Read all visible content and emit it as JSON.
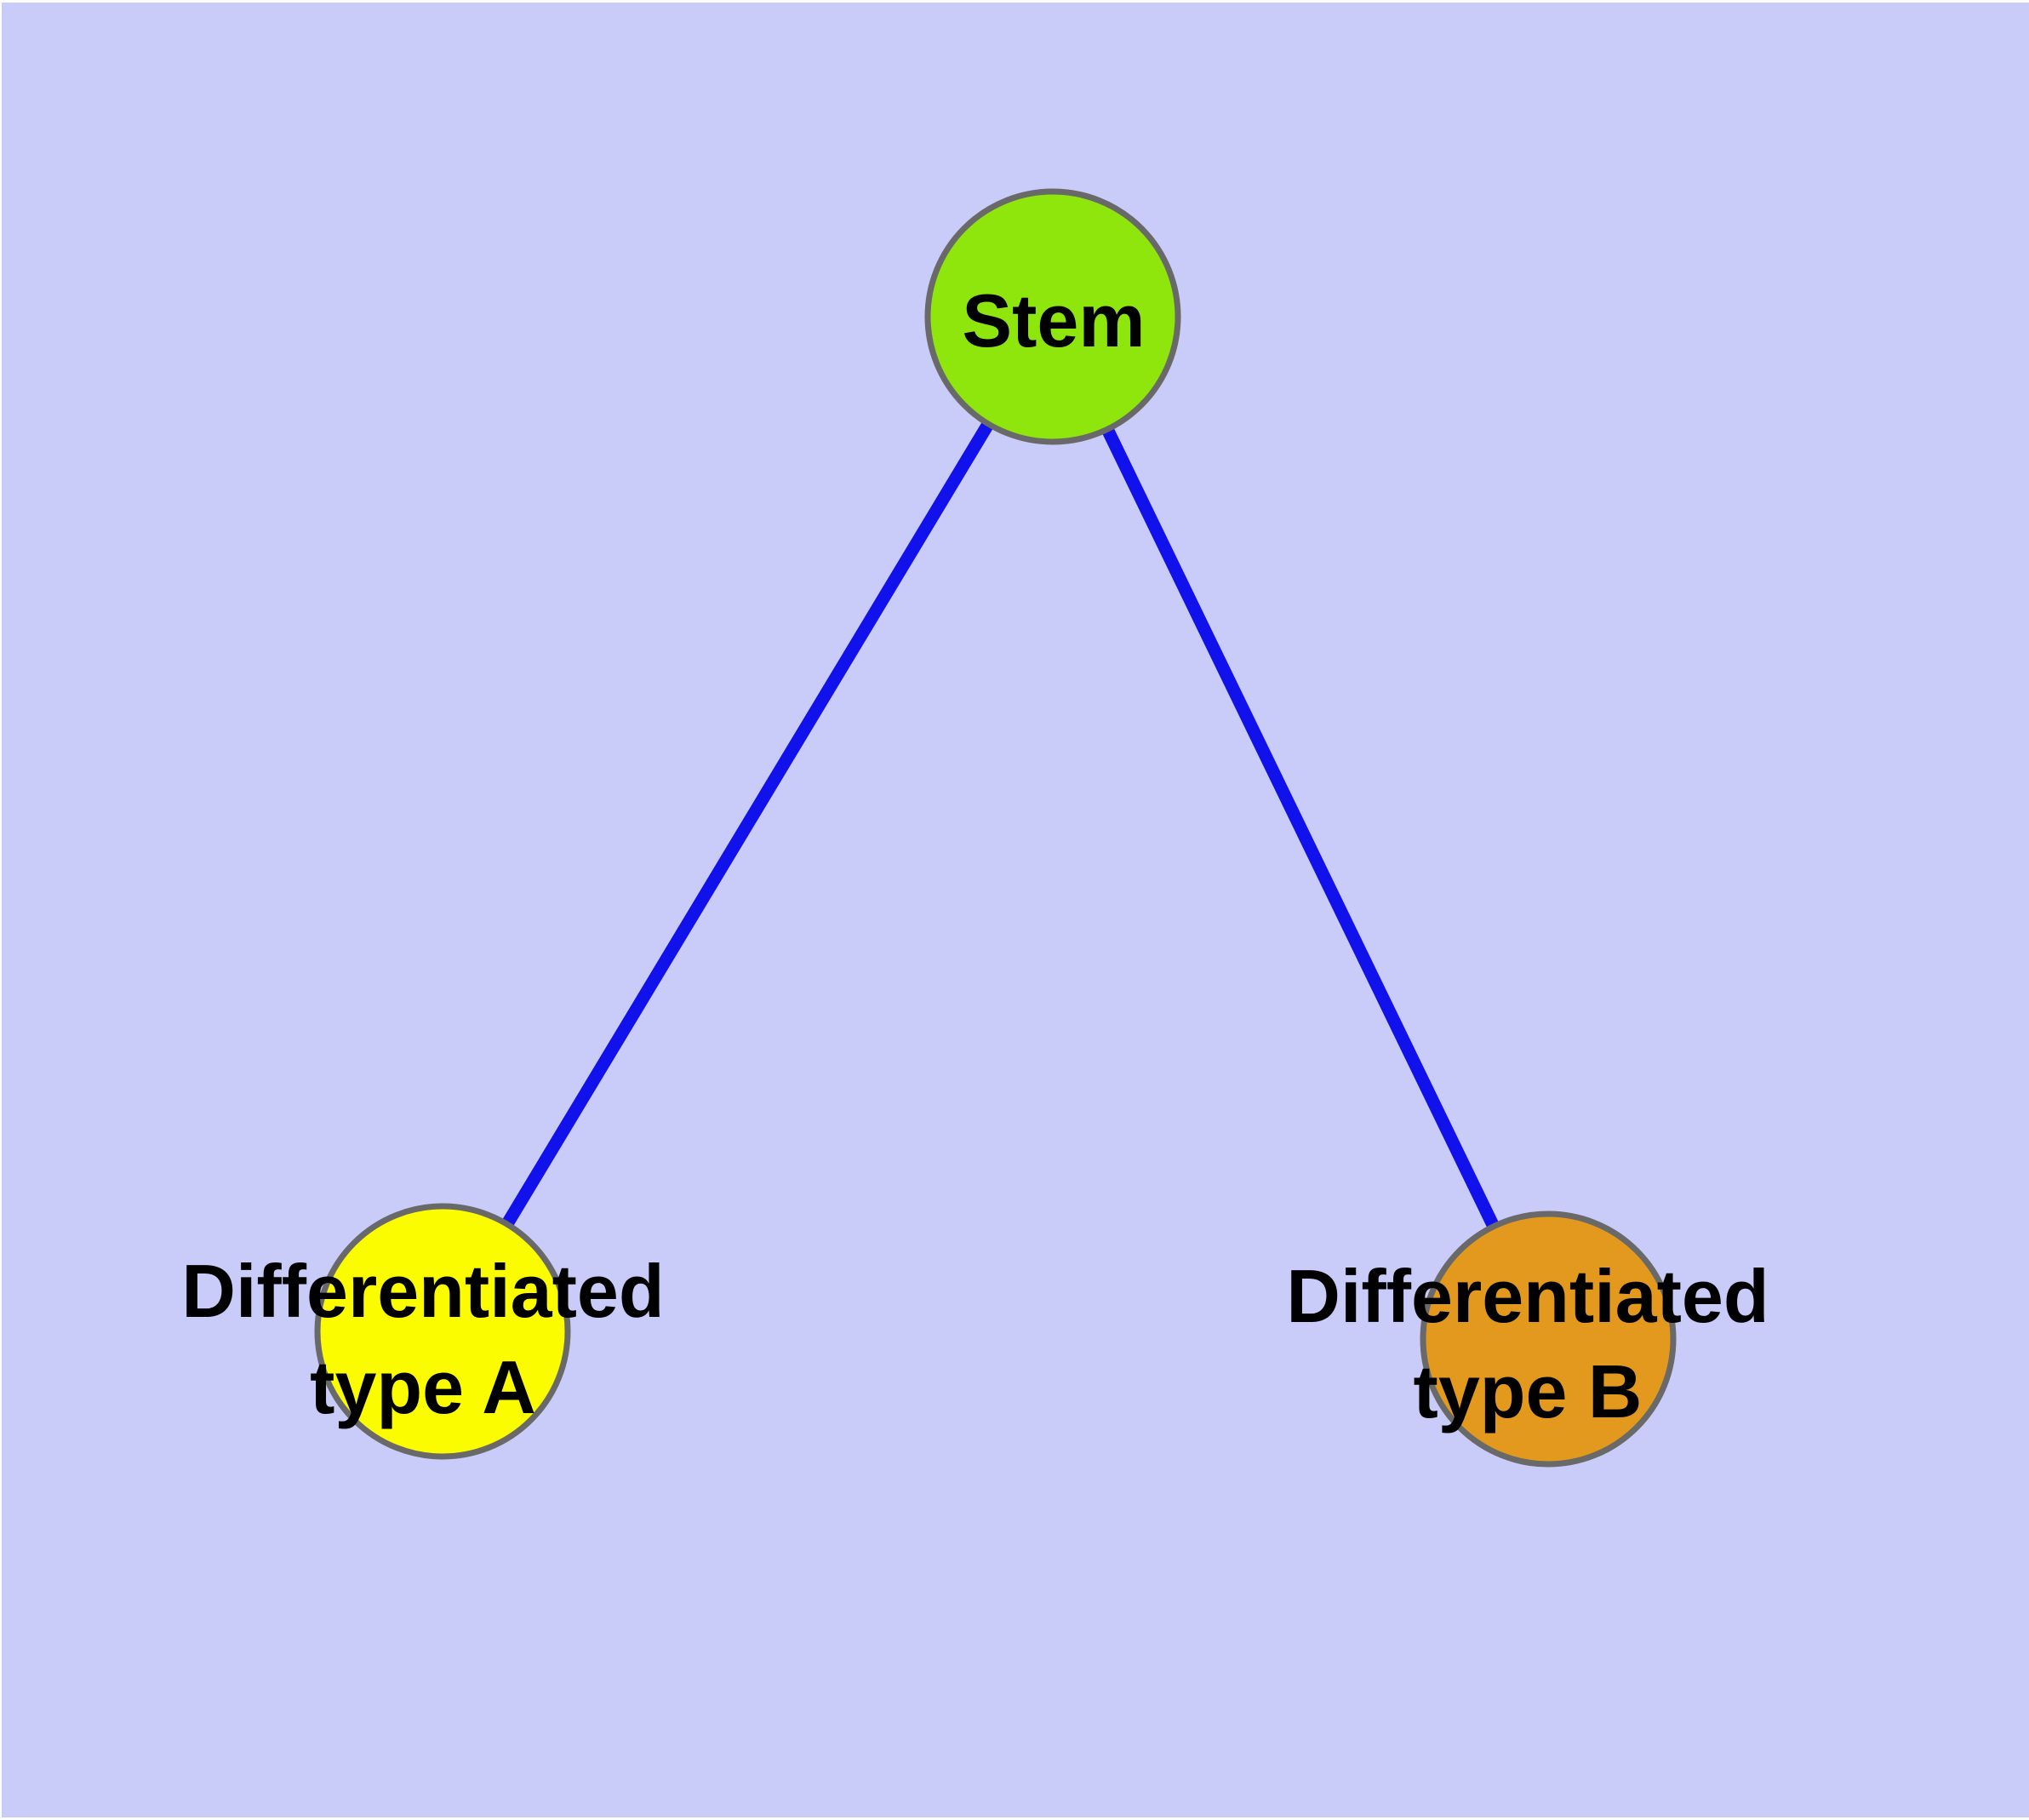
{
  "diagram": {
    "type": "node-link-graph",
    "description": "Stem cell differentiation diagram: one stem node branching to two differentiated cell type nodes",
    "canvas": {
      "background_color": "#C9CBF9",
      "margin_color": "#FFFFFF"
    },
    "style": {
      "edge_color": "#1111EB",
      "node_border_color": "#696969",
      "label_color": "#000000"
    },
    "nodes": [
      {
        "id": "stem",
        "label_lines": [
          "Stem"
        ],
        "color": "#8FE60D"
      },
      {
        "id": "differentiated-type-a",
        "label_lines": [
          "Differentiated",
          "type A"
        ],
        "color": "#FCFC00"
      },
      {
        "id": "differentiated-type-b",
        "label_lines": [
          "Differentiated",
          "type B"
        ],
        "color": "#E2991E"
      }
    ],
    "edges": [
      {
        "from": "Stem",
        "to": "Differentiated type A"
      },
      {
        "from": "Stem",
        "to": "Differentiated type B"
      }
    ]
  }
}
